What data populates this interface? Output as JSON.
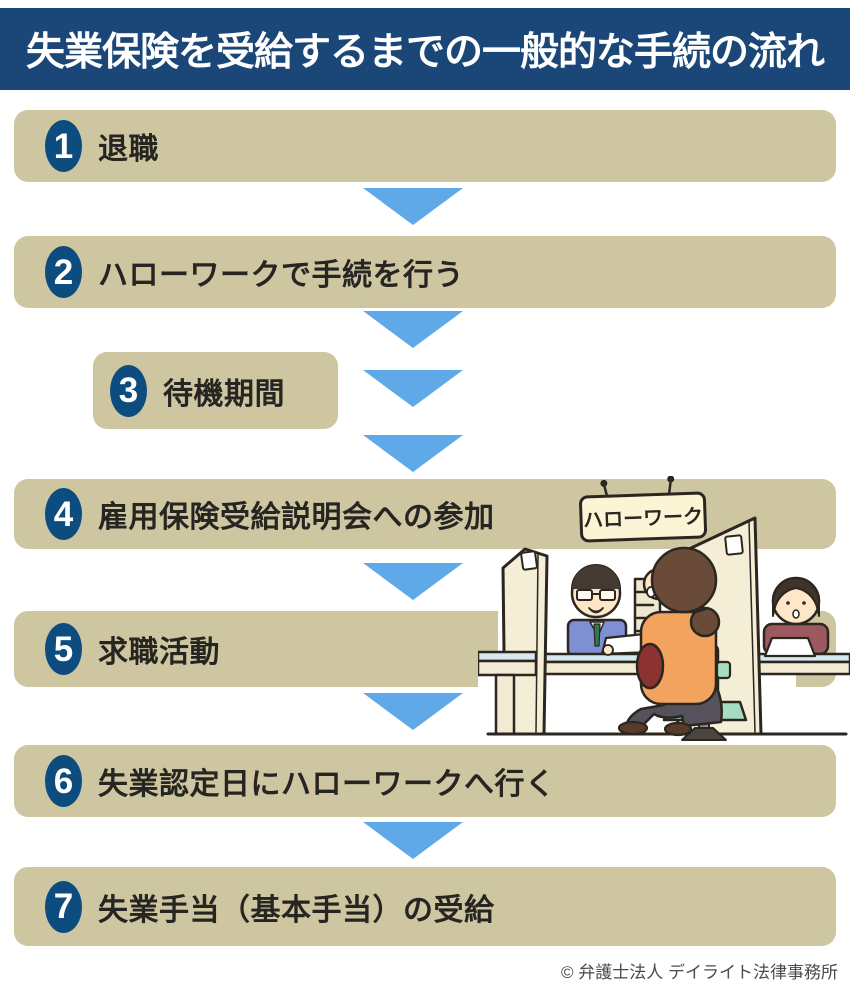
{
  "header": {
    "title": "失業保険を受給するまでの一般的な手続の流れ",
    "bg_color": "#1b4778",
    "text_color": "#ffffff"
  },
  "steps": [
    {
      "number": "1",
      "label": "退職",
      "size": "full"
    },
    {
      "number": "2",
      "label": "ハローワークで手続を行う",
      "size": "full"
    },
    {
      "number": "3",
      "label": "待機期間",
      "size": "small"
    },
    {
      "number": "4",
      "label": "雇用保険受給説明会への参加",
      "size": "full"
    },
    {
      "number": "5",
      "label": "求職活動",
      "size": "full"
    },
    {
      "number": "6",
      "label": "失業認定日にハローワークへ行く",
      "size": "full"
    },
    {
      "number": "7",
      "label": "失業手当（基本手当）の受給",
      "size": "full"
    }
  ],
  "colors": {
    "box_bg": "#cdc6a1",
    "badge_bg": "#0d4c7f",
    "box_text": "#262521",
    "arrow": "#5fa9e8"
  },
  "illustration": {
    "sign_text": "ハローワーク"
  },
  "footer": {
    "copyright": "© 弁護士法人 デイライト法律事務所"
  }
}
